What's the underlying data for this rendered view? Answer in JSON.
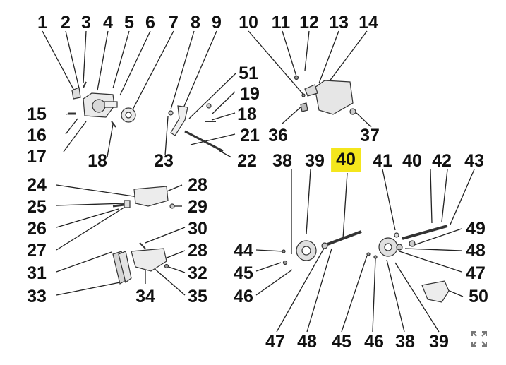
{
  "diagram": {
    "highlight_color": "#f4e61c",
    "highlighted_label": "40",
    "callouts": [
      "1",
      "2",
      "3",
      "4",
      "5",
      "6",
      "7",
      "8",
      "9",
      "10",
      "11",
      "12",
      "13",
      "14",
      "15",
      "16",
      "17",
      "18",
      "51",
      "19",
      "18",
      "21",
      "23",
      "22",
      "36",
      "37",
      "24",
      "28",
      "25",
      "29",
      "26",
      "30",
      "27",
      "31",
      "28",
      "32",
      "33",
      "34",
      "35",
      "38",
      "39",
      "40",
      "41",
      "40",
      "42",
      "43",
      "49",
      "48",
      "44",
      "45",
      "47",
      "46",
      "50",
      "47",
      "48",
      "45",
      "46",
      "38",
      "39"
    ]
  },
  "controls": {
    "expand_icon": "expand-icon"
  }
}
